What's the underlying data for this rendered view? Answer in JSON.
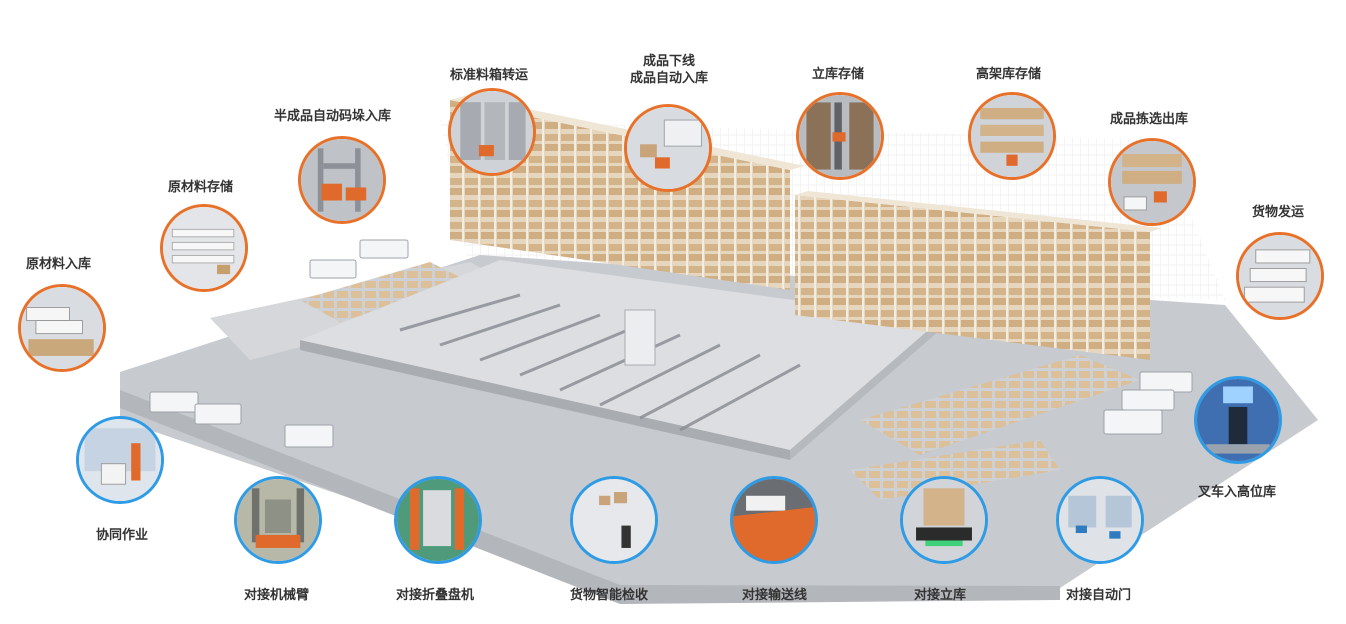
{
  "colors": {
    "orange_ring": "#E8712A",
    "blue_ring": "#2E9BE6",
    "floor": "#c9ccd1",
    "rack": "#d7bf9c",
    "label_text": "#333333"
  },
  "top_stations": [
    {
      "id": "raw-inbound",
      "label": "原材料入库",
      "icon": "trucks-pallets-icon"
    },
    {
      "id": "raw-storage",
      "label": "原材料存储",
      "icon": "pallet-rows-icon"
    },
    {
      "id": "semi-stack",
      "label": "半成品自动码垛入库",
      "icon": "stacking-robot-icon"
    },
    {
      "id": "tote-transport",
      "label": "标准料箱转运",
      "icon": "tote-shelving-icon"
    },
    {
      "id": "finished-line",
      "label_lines": [
        "成品下线",
        "成品自动入库"
      ],
      "icon": "finished-goods-icon"
    },
    {
      "id": "vertical-storage",
      "label": "立库存储",
      "icon": "stacker-crane-icon"
    },
    {
      "id": "high-rack",
      "label": "高架库存储",
      "icon": "high-rack-icon"
    },
    {
      "id": "picking-out",
      "label": "成品拣选出库",
      "icon": "picking-icon"
    },
    {
      "id": "shipping",
      "label": "货物发运",
      "icon": "shipping-trucks-icon"
    }
  ],
  "bottom_stations": [
    {
      "id": "collab",
      "label": "协同作业",
      "icon": "collaboration-icon"
    },
    {
      "id": "robot-arm",
      "label": "对接机械臂",
      "icon": "robot-arm-icon"
    },
    {
      "id": "pallet-folder",
      "label": "对接折叠盘机",
      "icon": "pallet-folder-icon"
    },
    {
      "id": "smart-inspect",
      "label": "货物智能检收",
      "icon": "inspection-icon"
    },
    {
      "id": "conveyor",
      "label": "对接输送线",
      "icon": "conveyor-icon"
    },
    {
      "id": "dock-asrs",
      "label": "对接立库",
      "icon": "asrs-dock-icon"
    },
    {
      "id": "auto-door",
      "label": "对接自动门",
      "icon": "auto-door-icon"
    },
    {
      "id": "forklift-high",
      "label": "叉车入高位库",
      "icon": "forklift-icon"
    }
  ]
}
